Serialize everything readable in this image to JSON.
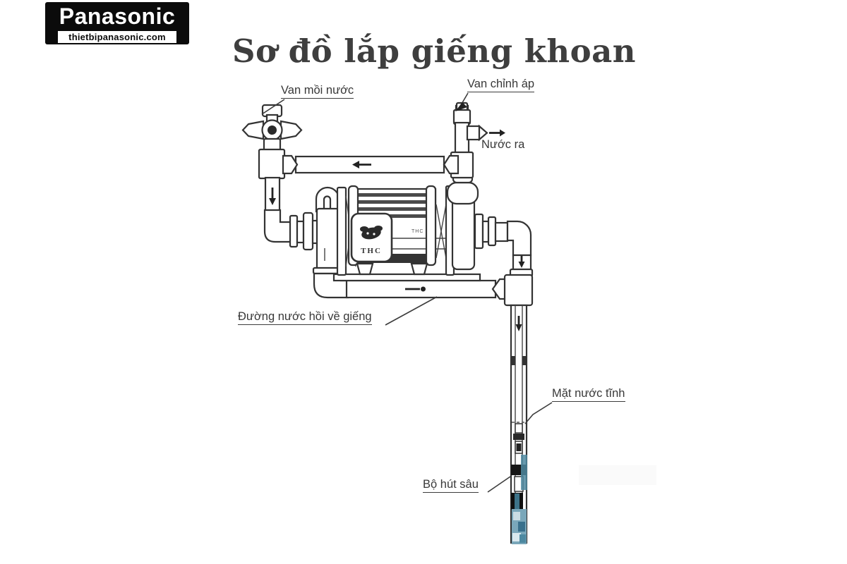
{
  "logo": {
    "brand": "Panasonic",
    "website": "thietbipanasonic.com"
  },
  "title": "Sơ đồ lắp giếng khoan",
  "diagram": {
    "labels": {
      "priming_valve": "Van mồi nước",
      "pressure_valve": "Van chỉnh áp",
      "water_out": "Nước ra",
      "return_line": "Đường nước hồi về giếng",
      "static_water_level": "Mặt nước tĩnh",
      "deep_suction_kit": "Bộ hút sâu"
    },
    "pump_brand": "THC",
    "pump_brand_small": "THC",
    "colors": {
      "line": "#333333",
      "text": "#383838",
      "suction_blue": "#4e88a0"
    }
  }
}
